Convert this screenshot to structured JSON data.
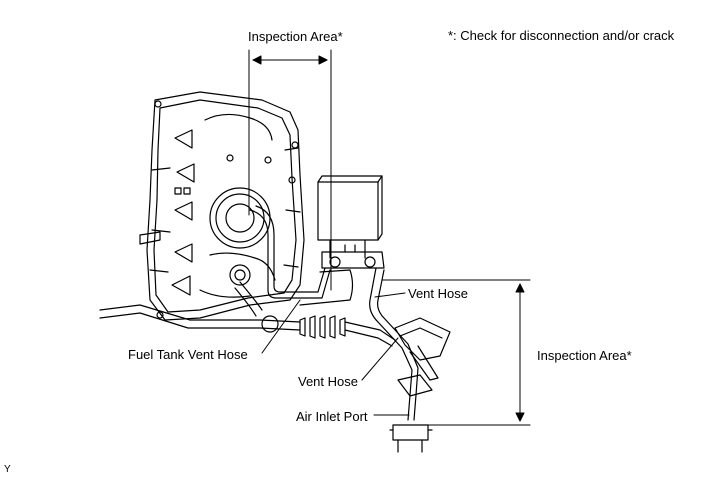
{
  "labels": {
    "inspection_area_top": "Inspection Area*",
    "footnote": "*: Check for disconnection and/or crack",
    "vent_hose_upper": "Vent Hose",
    "inspection_area_right": "Inspection Area*",
    "fuel_tank_vent_hose": "Fuel Tank Vent Hose",
    "vent_hose_lower": "Vent Hose",
    "air_inlet_port": "Air Inlet Port",
    "figure_code": "Y"
  }
}
